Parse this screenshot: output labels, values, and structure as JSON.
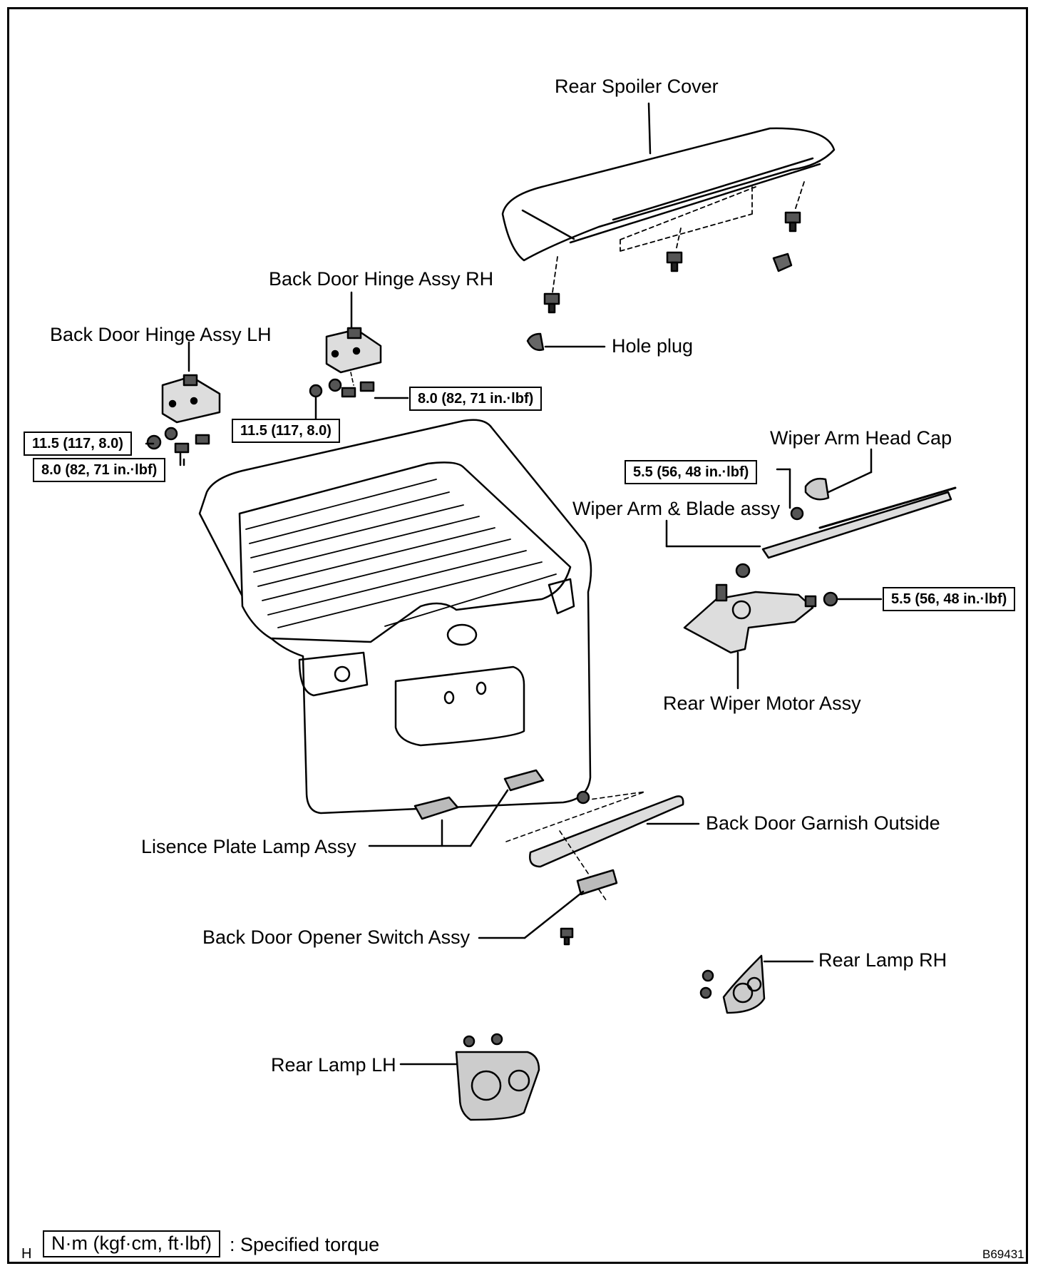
{
  "labels": {
    "rear_spoiler_cover": "Rear Spoiler Cover",
    "back_door_hinge_rh": "Back Door Hinge Assy RH",
    "back_door_hinge_lh": "Back Door Hinge Assy LH",
    "hole_plug": "Hole plug",
    "wiper_arm_head_cap": "Wiper Arm Head Cap",
    "wiper_arm_blade": "Wiper Arm & Blade assy",
    "rear_wiper_motor": "Rear Wiper Motor Assy",
    "license_plate_lamp": "Lisence Plate Lamp Assy",
    "back_door_garnish": "Back Door Garnish Outside",
    "back_door_opener_switch": "Back Door Opener Switch Assy",
    "rear_lamp_rh": "Rear Lamp RH",
    "rear_lamp_lh": "Rear Lamp LH"
  },
  "torques": {
    "hinge_lh_nut": "11.5 (117, 8.0)",
    "hinge_lh_bolt": "8.0 (82, 71 in.·lbf)",
    "hinge_rh_nut": "11.5 (117, 8.0)",
    "hinge_rh_bolt": "8.0 (82, 71 in.·lbf)",
    "wiper_arm_nut": "5.5 (56, 48 in.·lbf)",
    "wiper_motor_nut": "5.5 (56, 48 in.·lbf)"
  },
  "legend": {
    "letter": "H",
    "box": "N·m (kgf·cm, ft·lbf)",
    "text": ": Specified torque"
  },
  "figure_code": "B69431"
}
